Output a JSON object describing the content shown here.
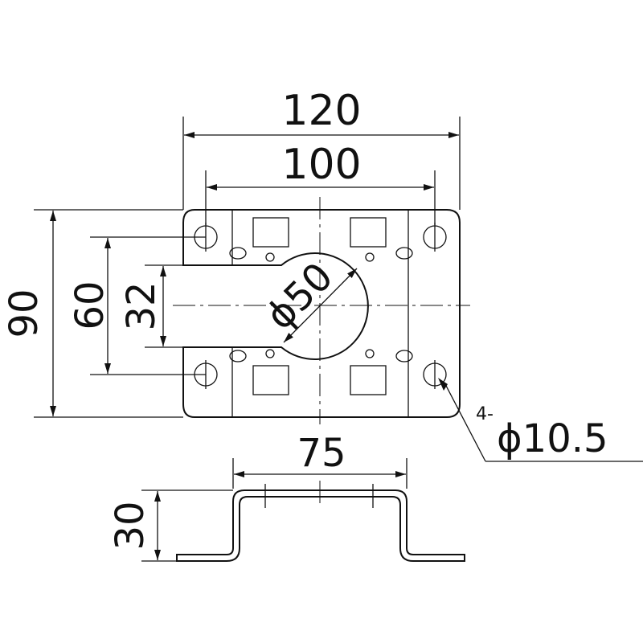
{
  "dimensions": {
    "overall_width": "120",
    "hole_pitch_x": "100",
    "overall_height": "90",
    "hole_pitch_y": "60",
    "slot_width": "32",
    "center_hole": "ϕ50",
    "hole_count_prefix": "4-",
    "hole_diameter": "ϕ10.5",
    "side_width": "75",
    "side_height": "30"
  }
}
